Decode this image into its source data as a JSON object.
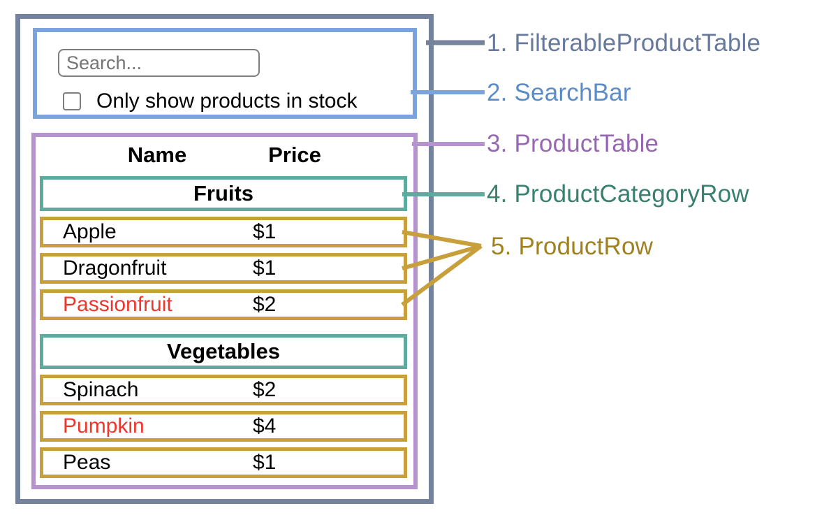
{
  "search_bar": {
    "input_placeholder": "Search...",
    "checkbox_label": "Only show products in stock"
  },
  "product_table": {
    "column_headers": [
      "Name",
      "Price"
    ],
    "sections": [
      {
        "category": "Fruits",
        "rows": [
          {
            "name": "Apple",
            "price": "$1",
            "highlighted_red": false
          },
          {
            "name": "Dragonfruit",
            "price": "$1",
            "highlighted_red": false
          },
          {
            "name": "Passionfruit",
            "price": "$2",
            "highlighted_red": true
          }
        ]
      },
      {
        "category": "Vegetables",
        "rows": [
          {
            "name": "Spinach",
            "price": "$2",
            "highlighted_red": false
          },
          {
            "name": "Pumpkin",
            "price": "$4",
            "highlighted_red": true
          },
          {
            "name": "Peas",
            "price": "$1",
            "highlighted_red": false
          }
        ]
      }
    ]
  },
  "legend": [
    {
      "label": "1. FilterableProductTable",
      "color": "#687a9b"
    },
    {
      "label": "2. SearchBar",
      "color": "#5b8cc8"
    },
    {
      "label": "3. ProductTable",
      "color": "#9768b2"
    },
    {
      "label": "4. ProductCategoryRow",
      "color": "#38806f"
    },
    {
      "label": "5. ProductRow",
      "color": "#a0801f"
    }
  ],
  "colors": {
    "outer-border": "#74829c",
    "searchbar-border": "#7ba4dc",
    "producttable-border": "#b692cf",
    "categoryrow-border": "#5dab9f",
    "productrow-border": "#c7a03c",
    "red-text": "#f0352c",
    "input-border": "#7d7d7d",
    "placeholder": "#757575"
  }
}
